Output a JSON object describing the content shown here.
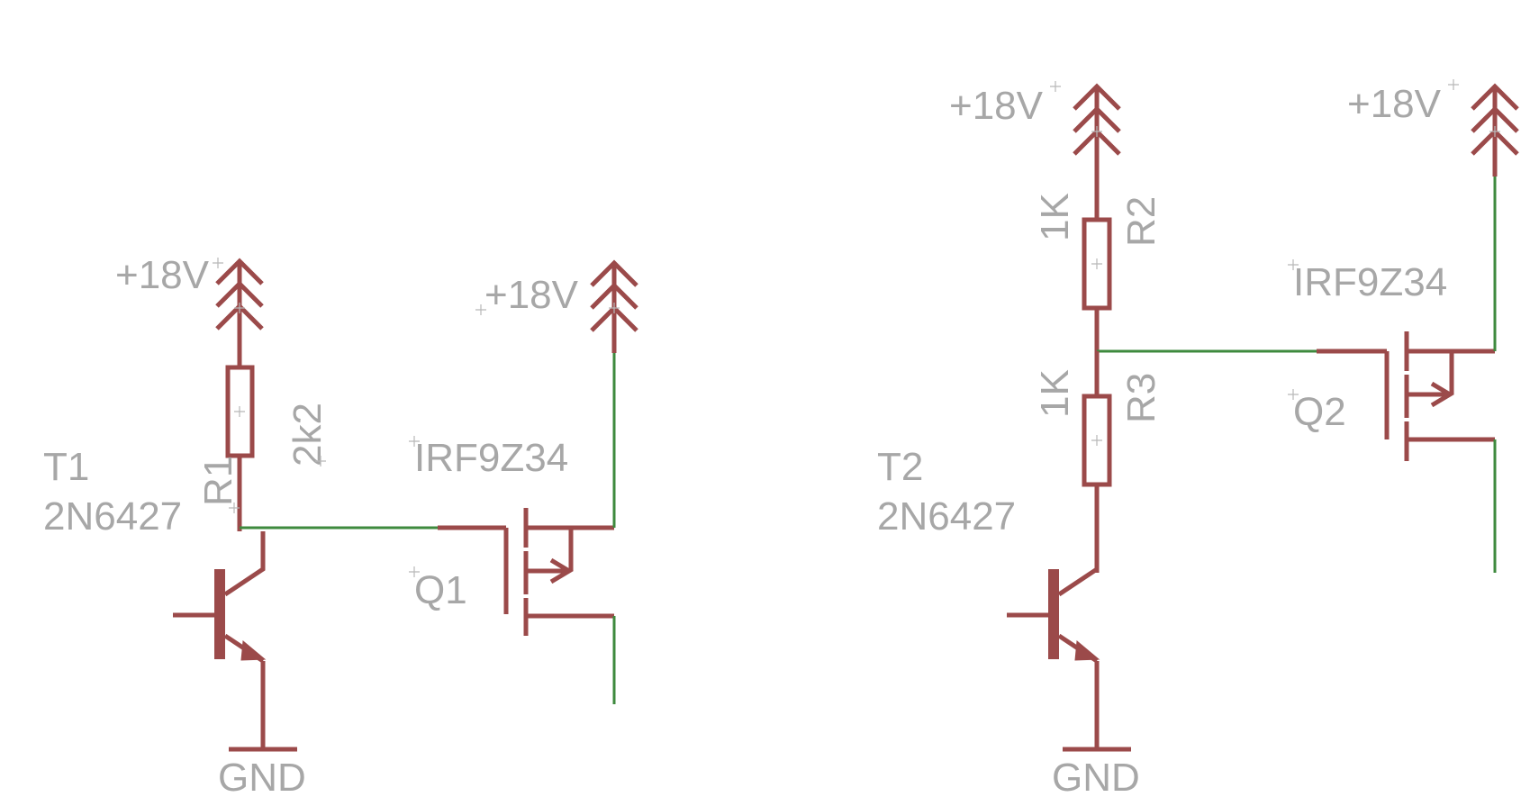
{
  "schematic": {
    "supply_label": "+18V",
    "ground_label": "GND",
    "left_circuit": {
      "transistor": {
        "ref": "T1",
        "value": "2N6427"
      },
      "resistor": {
        "ref": "R1",
        "value": "2k2"
      },
      "mosfet": {
        "ref": "Q1",
        "value": "IRF9Z34"
      }
    },
    "right_circuit": {
      "transistor": {
        "ref": "T2",
        "value": "2N6427"
      },
      "resistor_top": {
        "ref": "R2",
        "value": "1K"
      },
      "resistor_bottom": {
        "ref": "R3",
        "value": "1K"
      },
      "mosfet": {
        "ref": "Q2",
        "value": "IRF9Z34"
      }
    }
  },
  "colors": {
    "symbol": "#9b4a4a",
    "net": "#3e8a3e",
    "label": "#a7a7a7",
    "background": "#ffffff"
  }
}
